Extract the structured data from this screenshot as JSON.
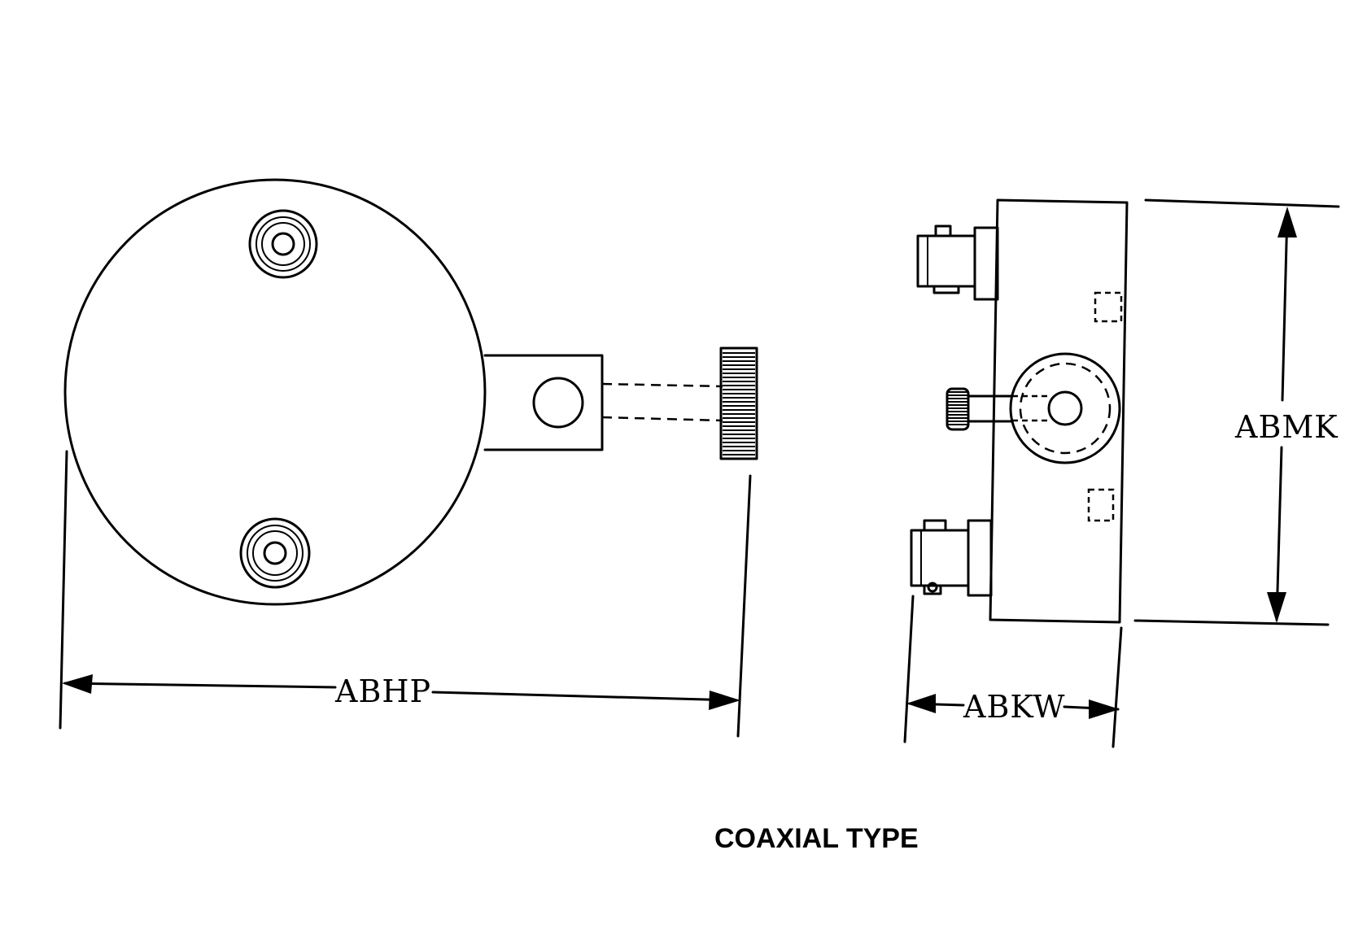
{
  "dimensions": {
    "overall_length": "ABHP",
    "side_width": "ABKW",
    "side_height": "ABMK"
  },
  "caption": "COAXIAL TYPE"
}
